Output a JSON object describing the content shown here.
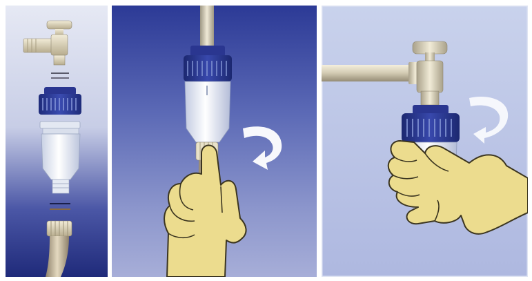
{
  "figure": {
    "panels": [
      {
        "id": "step-1",
        "depicts": [
          "tap-valve",
          "seal-ring",
          "filter-cap",
          "filter-bowl",
          "seal-ring",
          "hose-connector",
          "hose"
        ]
      },
      {
        "id": "step-2",
        "depicts": [
          "pipe",
          "filter-cap",
          "filter-bowl",
          "hose-connector",
          "hand",
          "curved-arrow"
        ]
      },
      {
        "id": "step-3",
        "depicts": [
          "wall-pipe",
          "tap-valve",
          "filter-cap",
          "filter-bowl",
          "hand",
          "curved-arrow"
        ]
      }
    ],
    "colors": {
      "cap_blue": "#2e3c8e",
      "cap_rib": "#7d8fd0",
      "bowl": "#e8edf5",
      "hand": "#ecdc8e",
      "hand_outline": "#3b3520",
      "brass": "#d6cfbc",
      "arrow": "#ffffff"
    }
  }
}
